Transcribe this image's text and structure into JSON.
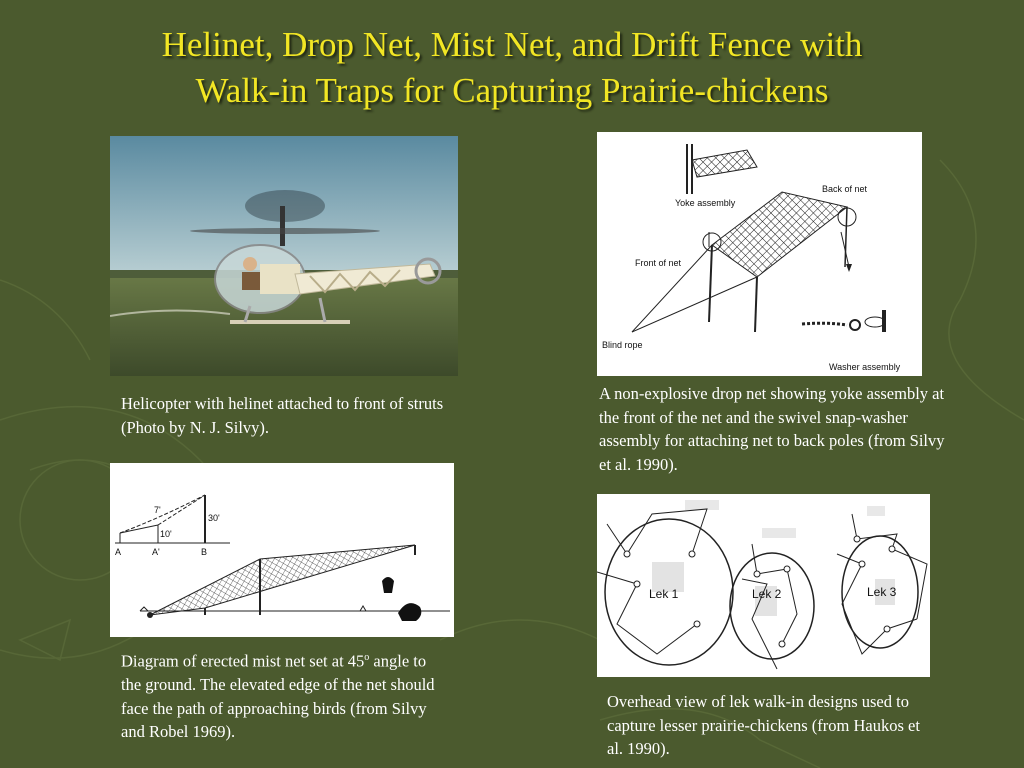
{
  "slide": {
    "title_line1": "Helinet, Drop Net, Mist Net, and Drift Fence with",
    "title_line2": "Walk-in Traps for Capturing Prairie-chickens"
  },
  "figures": {
    "helicopter": {
      "caption": "Helicopter with helinet attached to front of struts (Photo by N. J. Silvy)."
    },
    "drop_net": {
      "labels": {
        "yoke": "Yoke assembly",
        "back": "Back of net",
        "front": "Front of net",
        "blind_rope": "Blind rope",
        "washer": "Washer assembly"
      },
      "caption": "A non-explosive drop net showing yoke assembly at the front of the net and the swivel snap-washer assembly for attaching net to back poles (from Silvy et al. 1990)."
    },
    "mist_net": {
      "labels": {
        "a": "A",
        "a_prime": "A'",
        "b": "B",
        "seven": "7'",
        "ten": "10'",
        "thirty": "30'"
      },
      "caption_before_sup": "Diagram of erected mist net set at 45",
      "caption_sup": "o",
      "caption_after_sup": " angle to the ground.  The elevated edge of the net should face the path of approaching birds (from Silvy and Robel 1969)."
    },
    "lek": {
      "labels": {
        "lek1": "Lek 1",
        "lek2": "Lek 2",
        "lek3": "Lek 3"
      },
      "caption": "Overhead view of lek walk-in designs used to capture lesser prairie-chickens (from Haukos et al. 1990)."
    }
  },
  "colors": {
    "background": "#4b5a2e",
    "title": "#f2e624",
    "caption_text": "#ffffff"
  }
}
